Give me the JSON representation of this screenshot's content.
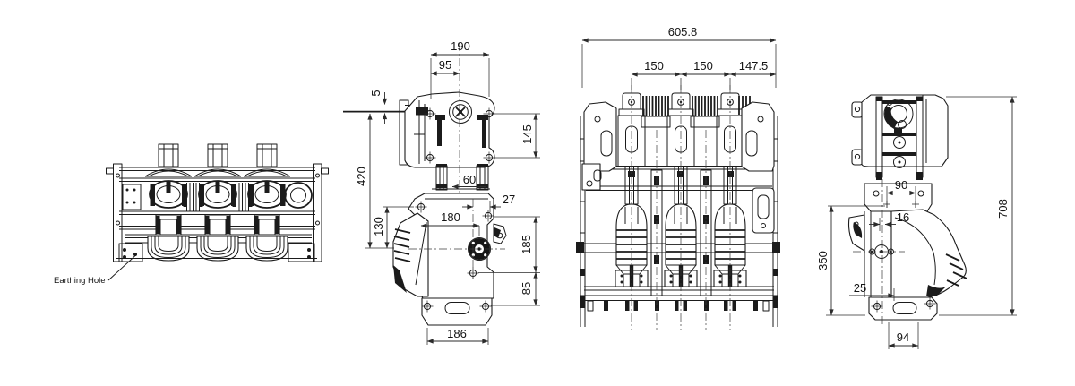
{
  "palette": {
    "background": "#ffffff",
    "line": "#1b1b1b",
    "dimension_text": "#141414"
  },
  "views": {
    "rear_view": {
      "earthing_label": "Earthing Hole"
    },
    "side_view_a": {
      "dims": {
        "d190": "190",
        "d95": "95",
        "d5": "5",
        "d145": "145",
        "d420": "420",
        "d60": "60",
        "d27": "27",
        "d180": "180",
        "d130": "130",
        "d185": "185",
        "d85": "85",
        "d186": "186"
      }
    },
    "front_view": {
      "dims": {
        "d605_8": "605.8",
        "d150a": "150",
        "d150b": "150",
        "d147_5": "147.5"
      }
    },
    "side_view_b": {
      "dims": {
        "d90": "90",
        "d16": "16",
        "d350": "350",
        "d25": "25",
        "d94": "94",
        "d708": "708"
      }
    }
  }
}
